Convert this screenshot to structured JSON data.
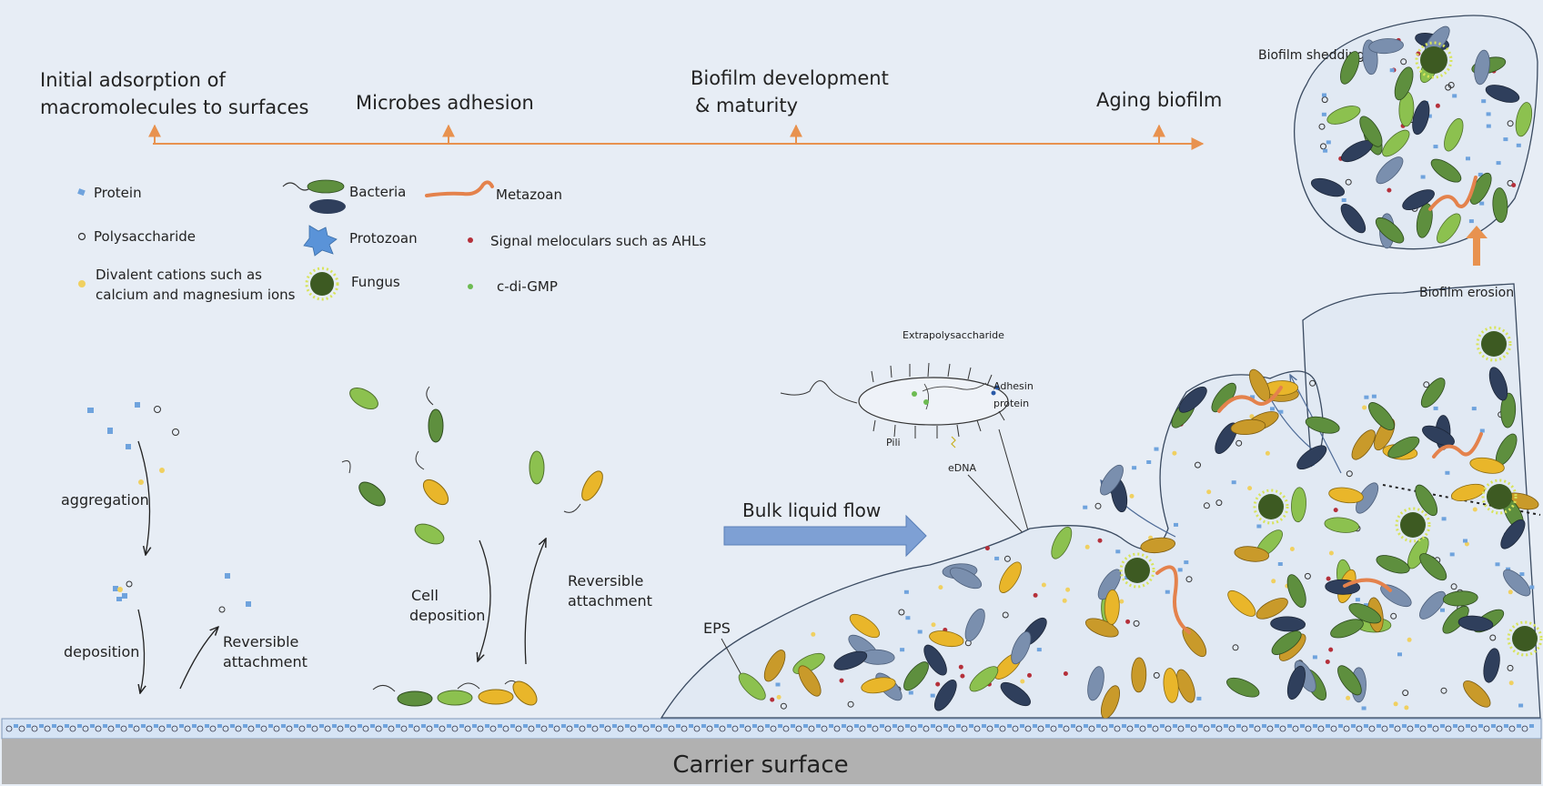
{
  "stages": [
    "Initial adsorption of",
    "macromolecules to surfaces",
    "Microbes adhesion",
    "Biofilm development",
    "& maturity",
    "Aging biofilm"
  ],
  "legend": {
    "protein": "Protein",
    "polysaccharide": "Polysaccharide",
    "cations_line1": "Divalent cations such as",
    "cations_line2": "calcium and magnesium ions",
    "bacteria": "Bacteria",
    "protozoan": "Protozoan",
    "fungus": "Fungus",
    "metazoan": "Metazoan",
    "signal": "Signal meloculars such as AHLs",
    "cdigmp": "c-di-GMP"
  },
  "process_labels": {
    "aggregation": "aggregation",
    "deposition": "deposition",
    "reversible_1": "Reversible",
    "reversible_2": "attachment",
    "cell_1": "Cell",
    "cell_2": "deposition",
    "reversible_b1": "Reversible",
    "reversible_b2": "attachment"
  },
  "cell_diagram": {
    "extrapolysaccharide": "Extrapolysaccharide",
    "adhesin_1": "Adhesin",
    "adhesin_2": "protein",
    "pili": "Pili",
    "edna": "eDNA"
  },
  "bulk_flow": "Bulk liquid flow",
  "eps": "EPS",
  "shedding": "Biofilm shedding",
  "erosion": "Biofilm erosion",
  "carrier": "Carrier surface",
  "colors": {
    "background": "#e7edf5",
    "carrier": "#b1b1b1",
    "timeline": "#e8924f",
    "bacteria_green": "#5e8f3e",
    "bacteria_light": "#8cc14f",
    "bacteria_navy": "#2f3f5c",
    "bacteria_slate": "#7a8fae",
    "bacteria_yellow": "#e9b62a",
    "flow_arrow": "#7ea0d4",
    "metazoan": "#e4824c",
    "fungus": "#3d5a22",
    "protein": "#6fa3dd",
    "signal": "#b5303a"
  }
}
